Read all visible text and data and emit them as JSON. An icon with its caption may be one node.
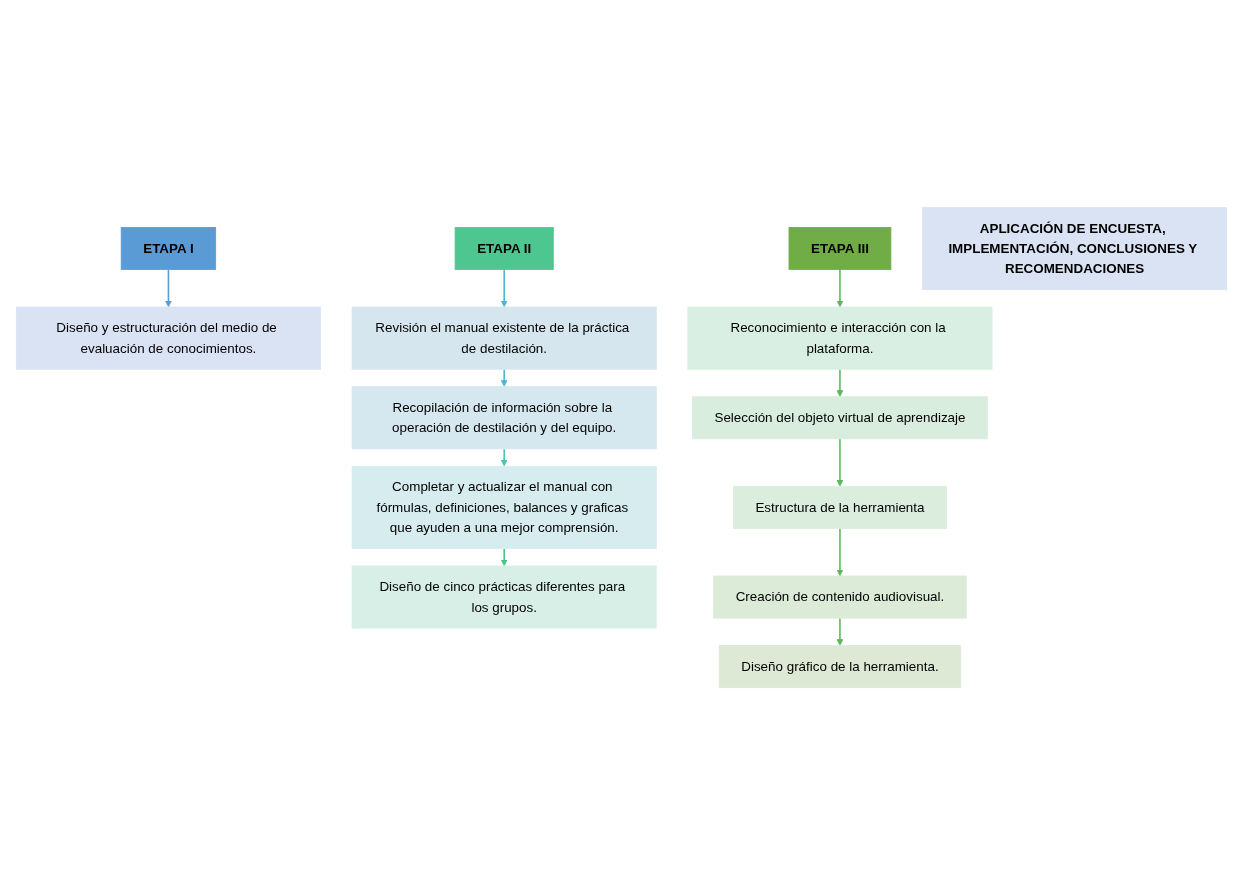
{
  "diagram": {
    "nodes": [
      {
        "text": [
          "ETAPA I"
        ]
      },
      {
        "text": [
          "Diseño y estructuración del medio de evaluación de conocimientos."
        ]
      },
      {
        "text": [
          "ETAPA II"
        ]
      },
      {
        "text": [
          "Revisión el manual existente de la práctica de destilación."
        ]
      },
      {
        "text": [
          "Recopilación de información sobre la operación de destilación y del equipo."
        ]
      },
      {
        "text": [
          "Completar y actualizar el manual con fórmulas, definiciones, balances y graficas que ayuden a una mejor comprensión."
        ]
      },
      {
        "text": [
          "Diseño de cinco prácticas diferentes para los grupos."
        ]
      },
      {
        "text": [
          "ETAPA III"
        ]
      },
      {
        "text": [
          "Reconocimiento e interacción con la plataforma."
        ]
      },
      {
        "text": [
          "Selección del objeto virtual de aprendizaje"
        ]
      },
      {
        "text": [
          "Estructura de la herramienta"
        ]
      },
      {
        "text": [
          "Creación de contenido audiovisual."
        ]
      },
      {
        "text": [
          "Diseño gráfico de la herramienta."
        ]
      },
      {
        "text": [
          "APLICACIÓN DE ENCUESTA, IMPLEMENTACIÓN, CONCLUSIONES Y RECOMENDACIONES"
        ]
      }
    ],
    "edges": [
      {
        "from": 0,
        "to": 1,
        "arrow": "to",
        "color": "#5b9bd5"
      },
      {
        "from": 2,
        "to": 3,
        "arrow": "to",
        "color": "#4bb8d0"
      },
      {
        "from": 3,
        "to": 4,
        "arrow": "to",
        "color": "#4bb8d0"
      },
      {
        "from": 4,
        "to": 5,
        "arrow": "to",
        "color": "#4bc4b0"
      },
      {
        "from": 5,
        "to": 6,
        "arrow": "to",
        "color": "#4bc48a"
      },
      {
        "from": 7,
        "to": 8,
        "arrow": "to"
      },
      {
        "from": 8,
        "to": 9,
        "arrow": "to"
      },
      {
        "from": 9,
        "to": 10,
        "arrow": "to"
      },
      {
        "from": 10,
        "to": 11,
        "arrow": "to"
      },
      {
        "from": 11,
        "to": 12,
        "arrow": "to"
      }
    ]
  }
}
